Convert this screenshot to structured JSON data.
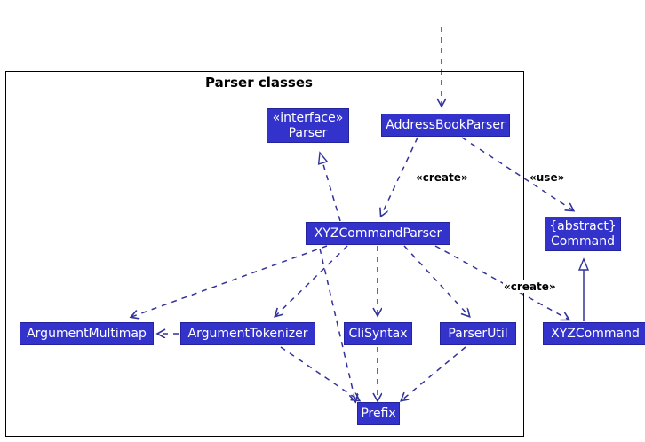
{
  "diagram": {
    "kind": "uml-class-diagram",
    "frame": {
      "title": "Parser classes"
    },
    "colors": {
      "node_fill": "#3333CC",
      "node_text": "#FFFFFF",
      "edge": "#32329B",
      "frame_border": "#000000",
      "background": "#FFFFFF"
    },
    "nodes": [
      {
        "id": "parser",
        "line1": "«interface»",
        "line2": "Parser"
      },
      {
        "id": "address-book-parser",
        "line1": "AddressBookParser",
        "line2": ""
      },
      {
        "id": "command",
        "line1": "{abstract}",
        "line2": "Command"
      },
      {
        "id": "xyz-command-parser",
        "line1": "XYZCommandParser",
        "line2": ""
      },
      {
        "id": "argument-multimap",
        "line1": "ArgumentMultimap",
        "line2": ""
      },
      {
        "id": "argument-tokenizer",
        "line1": "ArgumentTokenizer",
        "line2": ""
      },
      {
        "id": "cli-syntax",
        "line1": "CliSyntax",
        "line2": ""
      },
      {
        "id": "parser-util",
        "line1": "ParserUtil",
        "line2": ""
      },
      {
        "id": "xyz-command",
        "line1": "XYZCommand",
        "line2": ""
      },
      {
        "id": "prefix",
        "line1": "Prefix",
        "line2": ""
      }
    ],
    "edge_labels": [
      {
        "id": "create-1",
        "text": "«create»"
      },
      {
        "id": "use-1",
        "text": "«use»"
      },
      {
        "id": "create-2",
        "text": "«create»"
      }
    ],
    "edges": [
      {
        "from": "external",
        "to": "address-book-parser",
        "style": "dashed",
        "head": "open-arrow"
      },
      {
        "from": "address-book-parser",
        "to": "xyz-command-parser",
        "style": "dashed",
        "head": "open-arrow",
        "label": "«create»"
      },
      {
        "from": "address-book-parser",
        "to": "command",
        "style": "dashed",
        "head": "open-arrow",
        "label": "«use»"
      },
      {
        "from": "xyz-command-parser",
        "to": "parser",
        "style": "dashed",
        "head": "hollow-triangle"
      },
      {
        "from": "xyz-command-parser",
        "to": "argument-multimap",
        "style": "dashed",
        "head": "open-arrow"
      },
      {
        "from": "xyz-command-parser",
        "to": "argument-tokenizer",
        "style": "dashed",
        "head": "open-arrow"
      },
      {
        "from": "xyz-command-parser",
        "to": "cli-syntax",
        "style": "dashed",
        "head": "open-arrow"
      },
      {
        "from": "xyz-command-parser",
        "to": "parser-util",
        "style": "dashed",
        "head": "open-arrow"
      },
      {
        "from": "xyz-command-parser",
        "to": "xyz-command",
        "style": "dashed",
        "head": "open-arrow",
        "label": "«create»"
      },
      {
        "from": "xyz-command-parser",
        "to": "prefix",
        "style": "dashed",
        "head": "open-arrow"
      },
      {
        "from": "argument-tokenizer",
        "to": "argument-multimap",
        "style": "dashed",
        "head": "open-arrow"
      },
      {
        "from": "argument-tokenizer",
        "to": "prefix",
        "style": "dashed",
        "head": "open-arrow"
      },
      {
        "from": "cli-syntax",
        "to": "prefix",
        "style": "dashed",
        "head": "open-arrow"
      },
      {
        "from": "parser-util",
        "to": "prefix",
        "style": "dashed",
        "head": "open-arrow"
      },
      {
        "from": "xyz-command",
        "to": "command",
        "style": "solid",
        "head": "hollow-triangle"
      }
    ]
  }
}
